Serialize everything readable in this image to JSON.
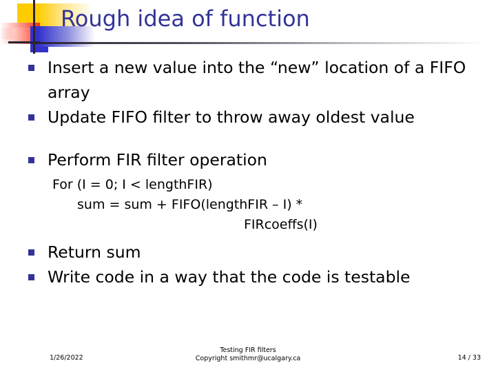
{
  "slide": {
    "title": "Rough idea of function",
    "accent_title_color": "#333399",
    "bullet_color": "#333399",
    "logo": {
      "yellow": "#ffcc00",
      "red": "#f42b18",
      "blue": "#3333cc",
      "line": "#2a2333"
    },
    "bullets": [
      {
        "text": "Insert a new value into the “new” location of a FIFO array"
      },
      {
        "text": "Update FIFO filter to throw away oldest value"
      },
      {
        "text": "Perform FIR filter operation"
      },
      {
        "text": "Return sum"
      },
      {
        "text": "Write code in a way that the code is testable"
      }
    ],
    "code_lines": [
      "For (I = 0; I < lengthFIR)",
      "sum = sum + FIFO(lengthFIR – I) *",
      "FIRcoeffs(I)"
    ]
  },
  "footer": {
    "date": "1/26/2022",
    "title_line": "Testing FIR filters",
    "copyright_line": "Copyright smithmr@ucalgary.ca",
    "page": "14 / 33"
  }
}
